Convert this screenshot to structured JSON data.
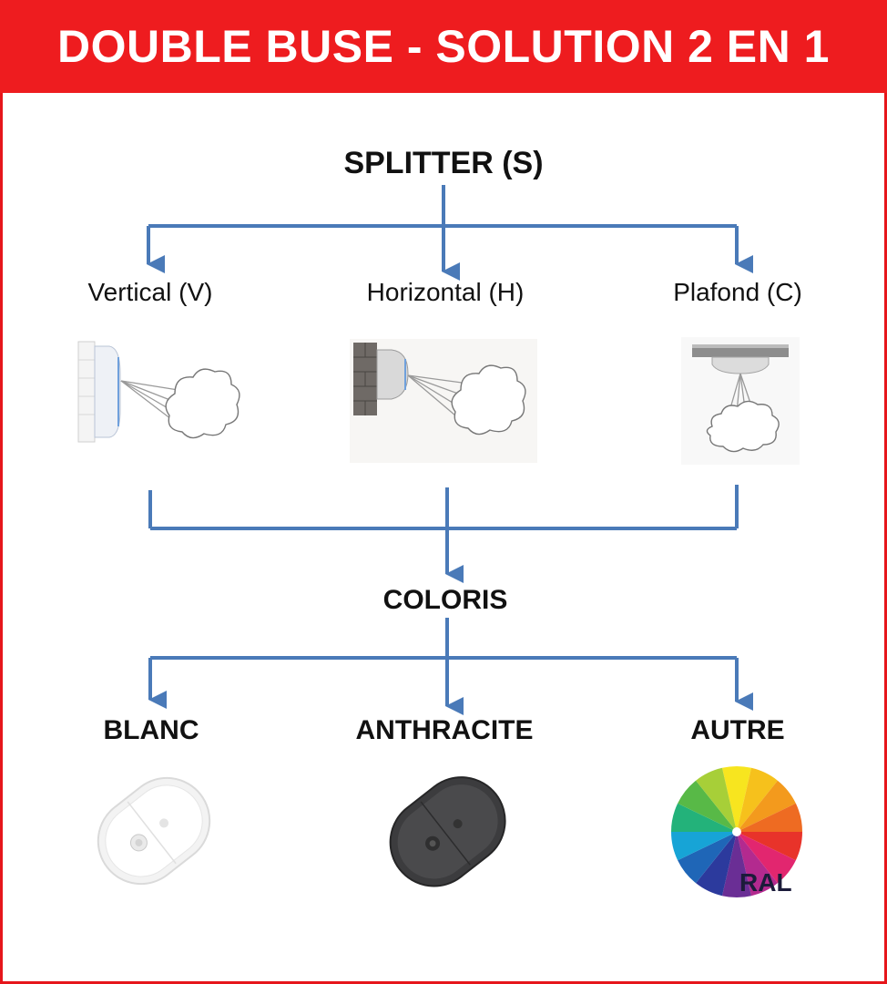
{
  "header": {
    "title": "DOUBLE BUSE - SOLUTION 2 EN 1"
  },
  "splitter": {
    "label": "SPLITTER (S)"
  },
  "modes": [
    {
      "label": "Vertical (V)",
      "illustration": "wall-mounted-vertical-nozzle-mist-icon"
    },
    {
      "label": "Horizontal (H)",
      "illustration": "wall-mounted-horizontal-nozzle-mist-icon"
    },
    {
      "label": "Plafond (C)",
      "illustration": "ceiling-nozzle-mist-icon"
    }
  ],
  "coloris": {
    "label": "COLORIS"
  },
  "colors": [
    {
      "label": "BLANC",
      "swatch": "#f1f1f1",
      "illustration": "white-device-icon"
    },
    {
      "label": "ANTHRACITE",
      "swatch": "#3a3a3c",
      "illustration": "anthracite-device-icon"
    },
    {
      "label": "AUTRE",
      "illustration": "color-wheel-icon",
      "badge": "RAL"
    }
  ],
  "colors_theme": {
    "banner": "#ee1c1f",
    "connector": "#4a7ab8",
    "border": "#e6161b"
  }
}
